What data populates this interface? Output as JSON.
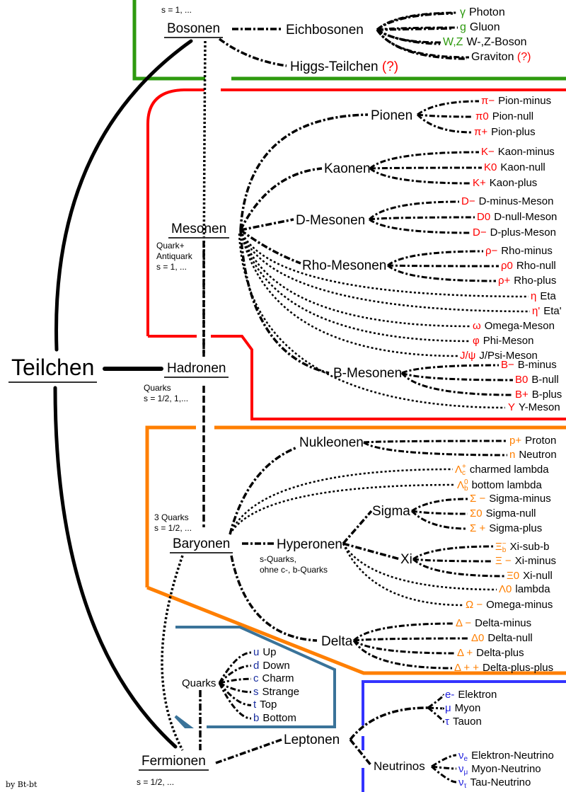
{
  "title": "Teilchen",
  "signature": "by Bt-bt",
  "colors": {
    "bosons": "#2e9a0f",
    "mesons": "#ff0000",
    "baryons": "#ff7f00",
    "quarks_box": "#3a7399",
    "leptons": "#3333ff",
    "quark_symbol": "#1a2fa0",
    "lepton_symbol": "#2222dd",
    "question": "#ff0000"
  },
  "nodes": {
    "teilchen": "Teilchen",
    "bosonen": "Bosonen",
    "bosonen_note": "s = 1, ...",
    "eichbosonen": "Eichbosonen",
    "higgs": "Higgs-Teilchen",
    "higgs_mark": "(?)",
    "hadronen": "Hadronen",
    "hadronen_note": "Quarks\ns = 1/2, 1,...",
    "mesonen": "Mesonen",
    "mesonen_note": "Quark+\nAntiquark\ns = 1, ...",
    "pionen": "Pionen",
    "kaonen": "Kaonen",
    "d_mesonen": "D-Mesonen",
    "rho_mesonen": "Rho-Mesonen",
    "b_mesonen": "B-Mesonen",
    "baryonen": "Baryonen",
    "baryonen_note": "3 Quarks\ns = 1/2, ...",
    "nukleonen": "Nukleonen",
    "hyperonen": "Hyperonen",
    "hyperonen_note": "s-Quarks,\nohne c-, b-Quarks",
    "sigma": "Sigma",
    "xi": "Xi",
    "delta": "Delta",
    "quarks": "Quarks",
    "fermionen": "Fermionen",
    "fermionen_note": "s = 1/2, ...",
    "leptonen": "Leptonen",
    "neutrinos": "Neutrinos"
  },
  "gauge_bosons": [
    {
      "symbol": "γ",
      "name": "Photon",
      "mark": ""
    },
    {
      "symbol": "g",
      "name": "Gluon",
      "mark": ""
    },
    {
      "symbol": "W,Z",
      "name": "W-,Z-Boson",
      "mark": ""
    },
    {
      "symbol": "",
      "name": "Graviton",
      "mark": "(?)"
    }
  ],
  "pions": [
    {
      "symbol": "π−",
      "name": "Pion-minus"
    },
    {
      "symbol": "π0",
      "name": "Pion-null"
    },
    {
      "symbol": "π+",
      "name": "Pion-plus"
    }
  ],
  "kaons": [
    {
      "symbol": "K−",
      "name": "Kaon-minus"
    },
    {
      "symbol": "K0",
      "name": "Kaon-null"
    },
    {
      "symbol": "K+",
      "name": "Kaon-plus"
    }
  ],
  "d_mesons": [
    {
      "symbol": "D−",
      "name": "D-minus-Meson"
    },
    {
      "symbol": "D0",
      "name": "D-null-Meson"
    },
    {
      "symbol": "D−",
      "name": "D-plus-Meson"
    }
  ],
  "rho_mesons": [
    {
      "symbol": "ρ−",
      "name": "Rho-minus"
    },
    {
      "symbol": "ρ0",
      "name": "Rho-null"
    },
    {
      "symbol": "ρ+",
      "name": "Rho-plus"
    }
  ],
  "other_mesons": [
    {
      "symbol": "η",
      "name": "Eta"
    },
    {
      "symbol": "η'",
      "name": "Eta'"
    },
    {
      "symbol": "ω",
      "name": "Omega-Meson"
    },
    {
      "symbol": "φ",
      "name": "Phi-Meson"
    },
    {
      "symbol": "J/ψ",
      "name": "J/Psi-Meson"
    }
  ],
  "b_mesons": [
    {
      "symbol": "B−",
      "name": "B-minus"
    },
    {
      "symbol": "B0",
      "name": "B-null"
    },
    {
      "symbol": "B+",
      "name": "B-plus"
    }
  ],
  "upsilon": {
    "symbol": "Υ",
    "name": "Y-Meson"
  },
  "nucleons": [
    {
      "symbol": "p+",
      "name": "Proton"
    },
    {
      "symbol": "n",
      "name": "Neutron"
    }
  ],
  "lambdas": [
    {
      "symbol": "Λ",
      "sub": "c",
      "sup": "+",
      "name": "charmed lambda"
    },
    {
      "symbol": "Λ",
      "sub": "b",
      "sup": "0",
      "name": "bottom lambda"
    }
  ],
  "sigmas": [
    {
      "symbol": "Σ −",
      "name": "Sigma-minus"
    },
    {
      "symbol": "Σ0",
      "name": "Sigma-null"
    },
    {
      "symbol": "Σ +",
      "name": "Sigma-plus"
    }
  ],
  "xis": [
    {
      "symbol": "Ξ",
      "sub": "b",
      "sup": "−",
      "name": "Xi-sub-b"
    },
    {
      "symbol": "Ξ −",
      "name": "Xi-minus"
    },
    {
      "symbol": "Ξ0",
      "name": "Xi-null"
    }
  ],
  "other_hyperons": [
    {
      "symbol": "Λ0",
      "name": "lambda"
    },
    {
      "symbol": "Ω −",
      "name": "Omega-minus"
    }
  ],
  "deltas": [
    {
      "symbol": "Δ −",
      "name": "Delta-minus"
    },
    {
      "symbol": "Δ0",
      "name": "Delta-null"
    },
    {
      "symbol": "Δ +",
      "name": "Delta-plus"
    },
    {
      "symbol": "Δ + +",
      "name": "Delta-plus-plus"
    }
  ],
  "quark_flavors": [
    {
      "symbol": "u",
      "name": "Up"
    },
    {
      "symbol": "d",
      "name": "Down"
    },
    {
      "symbol": "c",
      "name": "Charm"
    },
    {
      "symbol": "s",
      "name": "Strange"
    },
    {
      "symbol": "t",
      "name": "Top"
    },
    {
      "symbol": "b",
      "name": "Bottom"
    }
  ],
  "charged_leptons": [
    {
      "symbol": "e-",
      "name": "Elektron"
    },
    {
      "symbol": "μ",
      "name": "Myon"
    },
    {
      "symbol": "τ",
      "name": "Tauon"
    }
  ],
  "neutrinos": [
    {
      "symbol": "ν",
      "sub": "e",
      "name": "Elektron-Neutrino"
    },
    {
      "symbol": "ν",
      "sub": "μ",
      "name": "Myon-Neutrino"
    },
    {
      "symbol": "ν",
      "sub": "τ",
      "name": "Tau-Neutrino"
    }
  ]
}
